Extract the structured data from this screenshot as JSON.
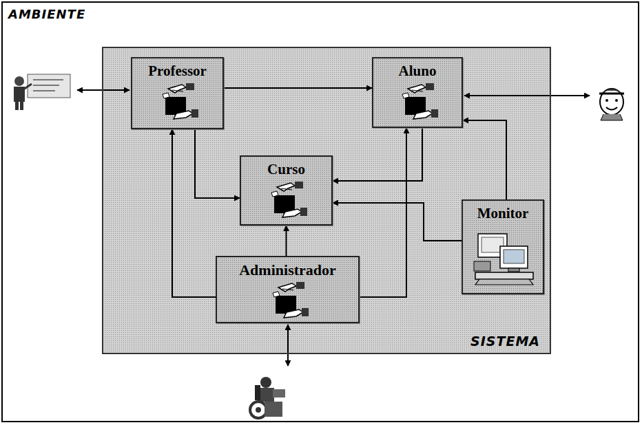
{
  "diagram": {
    "nodes": [
      {
        "text": [
          "AMBIENTE"
        ]
      },
      {
        "text": [
          "SISTEMA"
        ],
        "in": 0
      },
      {
        "text": [
          "Professor"
        ],
        "in": 1
      },
      {
        "text": [
          "Aluno"
        ],
        "in": 1
      },
      {
        "text": [
          "Curso"
        ],
        "in": 1
      },
      {
        "text": [
          "Monitor"
        ],
        "in": 1
      },
      {
        "text": [
          "Administrador"
        ],
        "in": 1
      }
    ],
    "edges": [
      {
        "from": 2,
        "to": 3,
        "arrow": "to"
      },
      {
        "from": 2,
        "to": 4,
        "arrow": "to"
      },
      {
        "from": 3,
        "to": 4,
        "arrow": "to"
      },
      {
        "from": 5,
        "to": 4,
        "arrow": "to"
      },
      {
        "from": 5,
        "to": 3,
        "arrow": "to"
      },
      {
        "from": 6,
        "to": 4,
        "arrow": "to"
      },
      {
        "from": 6,
        "to": 2,
        "arrow": "to"
      },
      {
        "from": 6,
        "to": 3,
        "arrow": "to"
      }
    ]
  }
}
